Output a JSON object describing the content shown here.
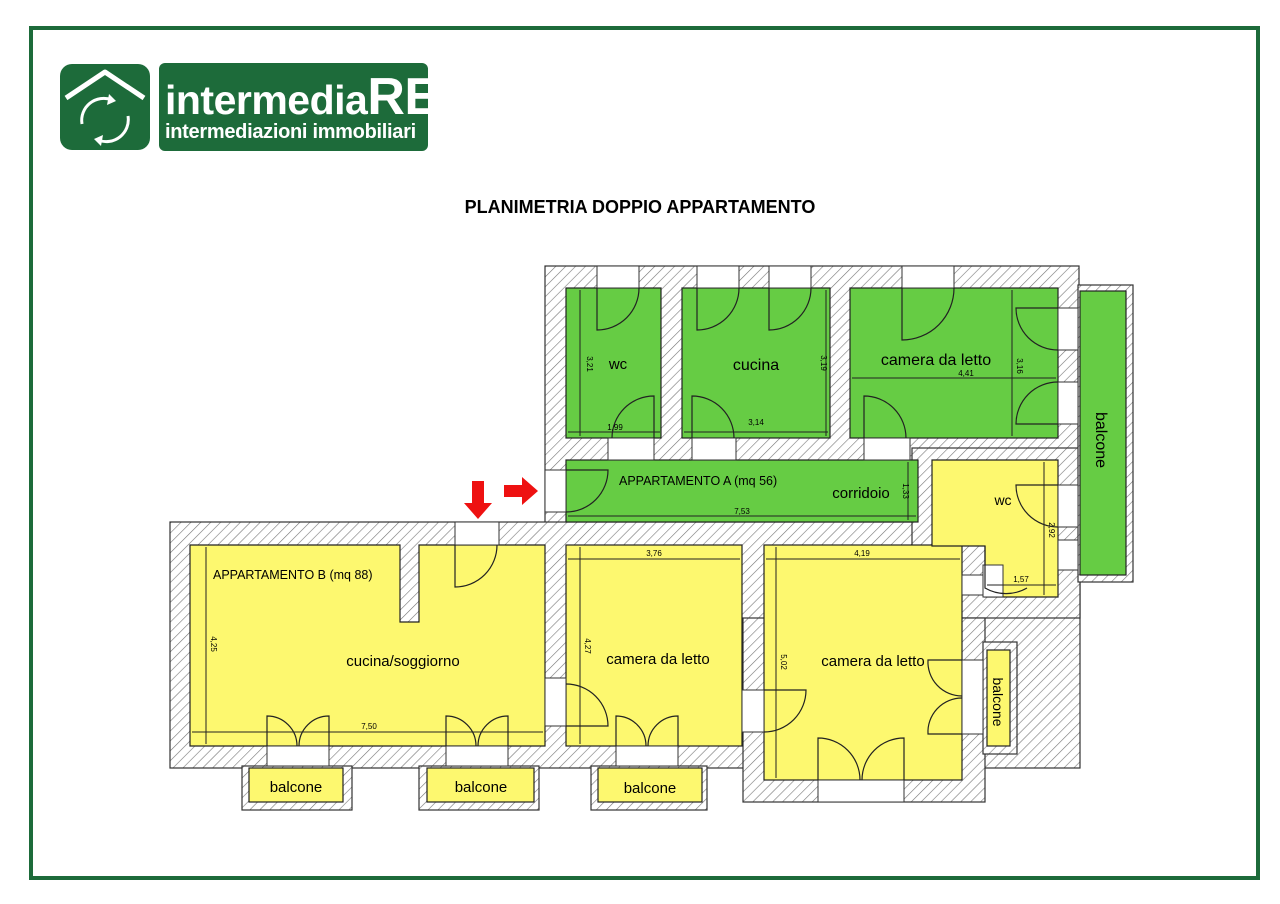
{
  "logo": {
    "brand_main": "intermedia",
    "brand_suffix": "RE",
    "tagline": "intermediazioni immobiliari"
  },
  "title": "PLANIMETRIA DOPPIO APPARTAMENTO",
  "colors": {
    "frame": "#1d6b3a",
    "apartment_a": "#66cc44",
    "apartment_b": "#fdf86f",
    "arrow": "#ee1111"
  },
  "apartment_a": {
    "label": "APPARTAMENTO A (mq 56)",
    "rooms": {
      "wc": "wc",
      "cucina": "cucina",
      "camera": "camera da letto",
      "corridoio": "corridoio",
      "balcone": "balcone"
    },
    "dims": {
      "wc_w": "1,99",
      "wc_h": "3,21",
      "cucina_w": "3,14",
      "cucina_h": "3,19",
      "camera_w": "4,41",
      "camera_h": "3,16",
      "corridoio_w": "7,53",
      "corridoio_h": "1,33"
    }
  },
  "apartment_b": {
    "label": "APPARTAMENTO B (mq 88)",
    "rooms": {
      "soggiorno": "cucina/soggiorno",
      "camera1": "camera da letto",
      "camera2": "camera da letto",
      "wc": "wc",
      "balcone1": "balcone",
      "balcone2": "balcone",
      "balcone3": "balcone",
      "balcone_side": "balcone"
    },
    "dims": {
      "soggiorno_w": "7,50",
      "soggiorno_h": "4,25",
      "camera1_w": "3,76",
      "camera1_h": "4,27",
      "camera2_w": "4,19",
      "camera2_h": "5,02",
      "wc_w": "1,57",
      "wc_h": "2,92"
    }
  }
}
